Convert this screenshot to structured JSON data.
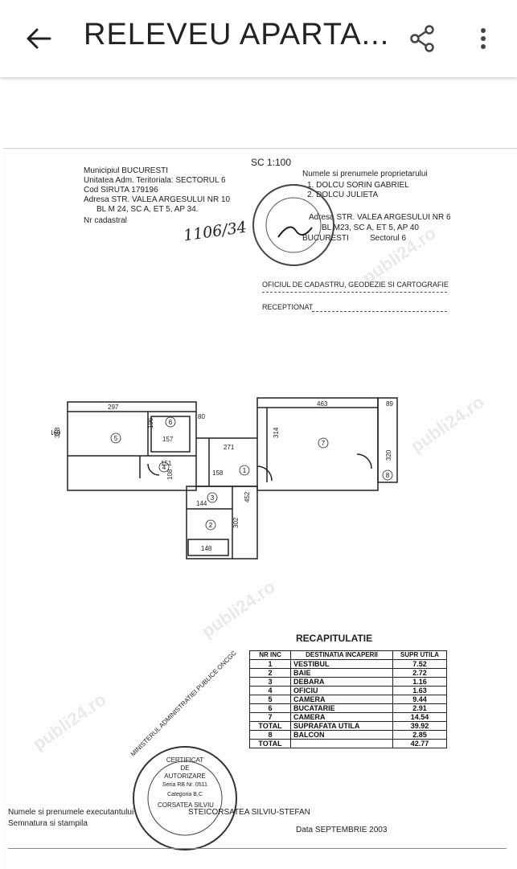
{
  "appbar": {
    "title": "RELEVEU APARTA...",
    "back_icon": "arrow-left-icon",
    "share_icon": "share-icon",
    "more_icon": "more-vertical-icon"
  },
  "document": {
    "header_left": [
      "Municipiul BUCURESTI",
      "Unitatea Adm. Teritoriala: SECTORUL 6",
      "Cod SIRUTA 179196",
      "Adresa STR. VALEA ARGESULUI NR 10",
      "BL M 24, SC A, ET 5, AP 34.",
      "Nr cadastral"
    ],
    "cadastral_number": "1106/34",
    "scale": "SC 1:100",
    "owners_label": "Numele si prenumele proprietarului",
    "owners": [
      "1. DOLCU SORIN GABRIEL",
      "2. DOLCU JULIETA"
    ],
    "owner_address": [
      "Adresa STR. VALEA ARGESULUI NR 6",
      "BL M23, SC A, ET 5, AP 40"
    ],
    "owner_city": "BUCURESTI",
    "owner_sector": "Sectorul 6",
    "office": "OFICIUL DE CADASTRU, GEODEZIE SI CARTOGRAFIE",
    "received": "RECEPTIONAT",
    "plan_labels": {
      "d297": "297",
      "d318": "318",
      "d196": "196",
      "d157": "157",
      "d151": "151",
      "d108": "108",
      "d158": "158",
      "d271": "271",
      "d463": "463",
      "d314": "314",
      "d320": "320",
      "d452": "452",
      "d144": "144",
      "d302": "302",
      "d148": "148",
      "d89": "89",
      "d160": "160",
      "d80": "80",
      "r1": "1",
      "r2": "2",
      "r3": "3",
      "r4": "4",
      "r5": "5",
      "r6": "6",
      "r7": "7",
      "r8": "8"
    },
    "recap_title": "RECAPITULATIE",
    "recap_headers": [
      "NR INC",
      "DESTINATIA INCAPERII",
      "SUPR UTILA"
    ],
    "recap_rows": [
      [
        "1",
        "VESTIBUL",
        "7.52"
      ],
      [
        "2",
        "BAIE",
        "2.72"
      ],
      [
        "3",
        "DEBARA",
        "1.16"
      ],
      [
        "4",
        "OFICIU",
        "1.63"
      ],
      [
        "5",
        "CAMERA",
        "9.44"
      ],
      [
        "6",
        "BUCATARIE",
        "2.91"
      ],
      [
        "7",
        "CAMERA",
        "14.54"
      ],
      [
        "TOTAL",
        "SUPRAFATA UTILA",
        "39.92"
      ],
      [
        "8",
        "BALCON",
        "2.85"
      ],
      [
        "TOTAL",
        "",
        "42.77"
      ]
    ],
    "stamp_lines": [
      "CERTIFICAT",
      "DE",
      "AUTORIZARE",
      "Seria RB Nr. 0511",
      "Categoria B,C",
      "CORSATEA SILVIU"
    ],
    "stamp_ring": "MINISTERUL ADMINISTRATIEI PUBLICE ONCGC",
    "executor_label": "Numele si prenumele executantului",
    "executor_name": "STEICORSATEA SILVIU-STEFAN",
    "signature_label": "Semnatura si stampila",
    "date": "Data SEPTEMBRIE 2003",
    "watermark": "publi24.ro"
  }
}
